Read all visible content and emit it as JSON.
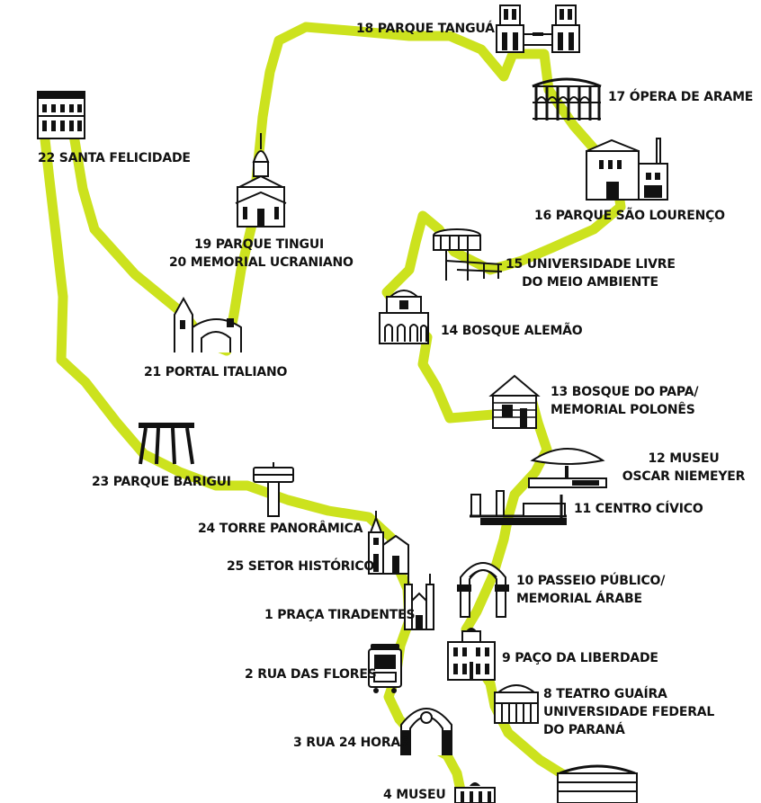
{
  "route": {
    "color": "#cce21e",
    "stroke_color": "#111111"
  },
  "stops": [
    {
      "id": "1",
      "lines": [
        "1 PRAÇA TIRADENTES"
      ],
      "icon": "cathedral-icon"
    },
    {
      "id": "2",
      "lines": [
        "2 RUA DAS FLORES"
      ],
      "icon": "tram-icon"
    },
    {
      "id": "3",
      "lines": [
        "3 RUA 24 HORAS"
      ],
      "icon": "arch-gallery-icon"
    },
    {
      "id": "4",
      "lines": [
        "4 MUSEU"
      ],
      "icon": "museum-icon"
    },
    {
      "id": "8",
      "lines": [
        "8 TEATRO GUAÍRA",
        "UNIVERSIDADE FEDERAL",
        "DO PARANÁ"
      ],
      "icon": "theater-icon"
    },
    {
      "id": "9",
      "lines": [
        "9 PAÇO DA LIBERDADE"
      ],
      "icon": "palace-icon"
    },
    {
      "id": "10",
      "lines": [
        "10 PASSEIO PÚBLICO/",
        "MEMORIAL ÁRABE"
      ],
      "icon": "arch-gate-icon"
    },
    {
      "id": "11",
      "lines": [
        "11 CENTRO CÍVICO"
      ],
      "icon": "civic-center-icon"
    },
    {
      "id": "12",
      "lines": [
        "12 MUSEU",
        "OSCAR NIEMEYER"
      ],
      "icon": "eye-museum-icon"
    },
    {
      "id": "13",
      "lines": [
        "13 BOSQUE DO PAPA/",
        "MEMORIAL POLONÊS"
      ],
      "icon": "log-cabin-icon"
    },
    {
      "id": "14",
      "lines": [
        "14 BOSQUE ALEMÃO"
      ],
      "icon": "german-house-icon"
    },
    {
      "id": "15",
      "lines": [
        "15 UNIVERSIDADE LIVRE",
        "DO MEIO AMBIENTE"
      ],
      "icon": "tower-ramp-icon"
    },
    {
      "id": "16",
      "lines": [
        "16 PARQUE SÃO LOURENÇO"
      ],
      "icon": "factory-icon"
    },
    {
      "id": "17",
      "lines": [
        "17 ÓPERA DE ARAME"
      ],
      "icon": "opera-icon"
    },
    {
      "id": "18",
      "lines": [
        "18 PARQUE TANGUÁ"
      ],
      "icon": "twin-towers-icon"
    },
    {
      "id": "19-20",
      "lines": [
        "19 PARQUE TINGUI",
        "20 MEMORIAL UCRANIANO"
      ],
      "icon": "ukrainian-church-icon"
    },
    {
      "id": "21",
      "lines": [
        "21 PORTAL ITALIANO"
      ],
      "icon": "portal-icon"
    },
    {
      "id": "22",
      "lines": [
        "22 SANTA FELICIDADE"
      ],
      "icon": "townhouse-icon"
    },
    {
      "id": "23",
      "lines": [
        "23 PARQUE BARIGUI"
      ],
      "icon": "pergola-icon"
    },
    {
      "id": "24",
      "lines": [
        "24 TORRE PANORÂMICA"
      ],
      "icon": "panoramic-tower-icon"
    },
    {
      "id": "25",
      "lines": [
        "25 SETOR HISTÓRICO"
      ],
      "icon": "historic-church-icon"
    }
  ]
}
